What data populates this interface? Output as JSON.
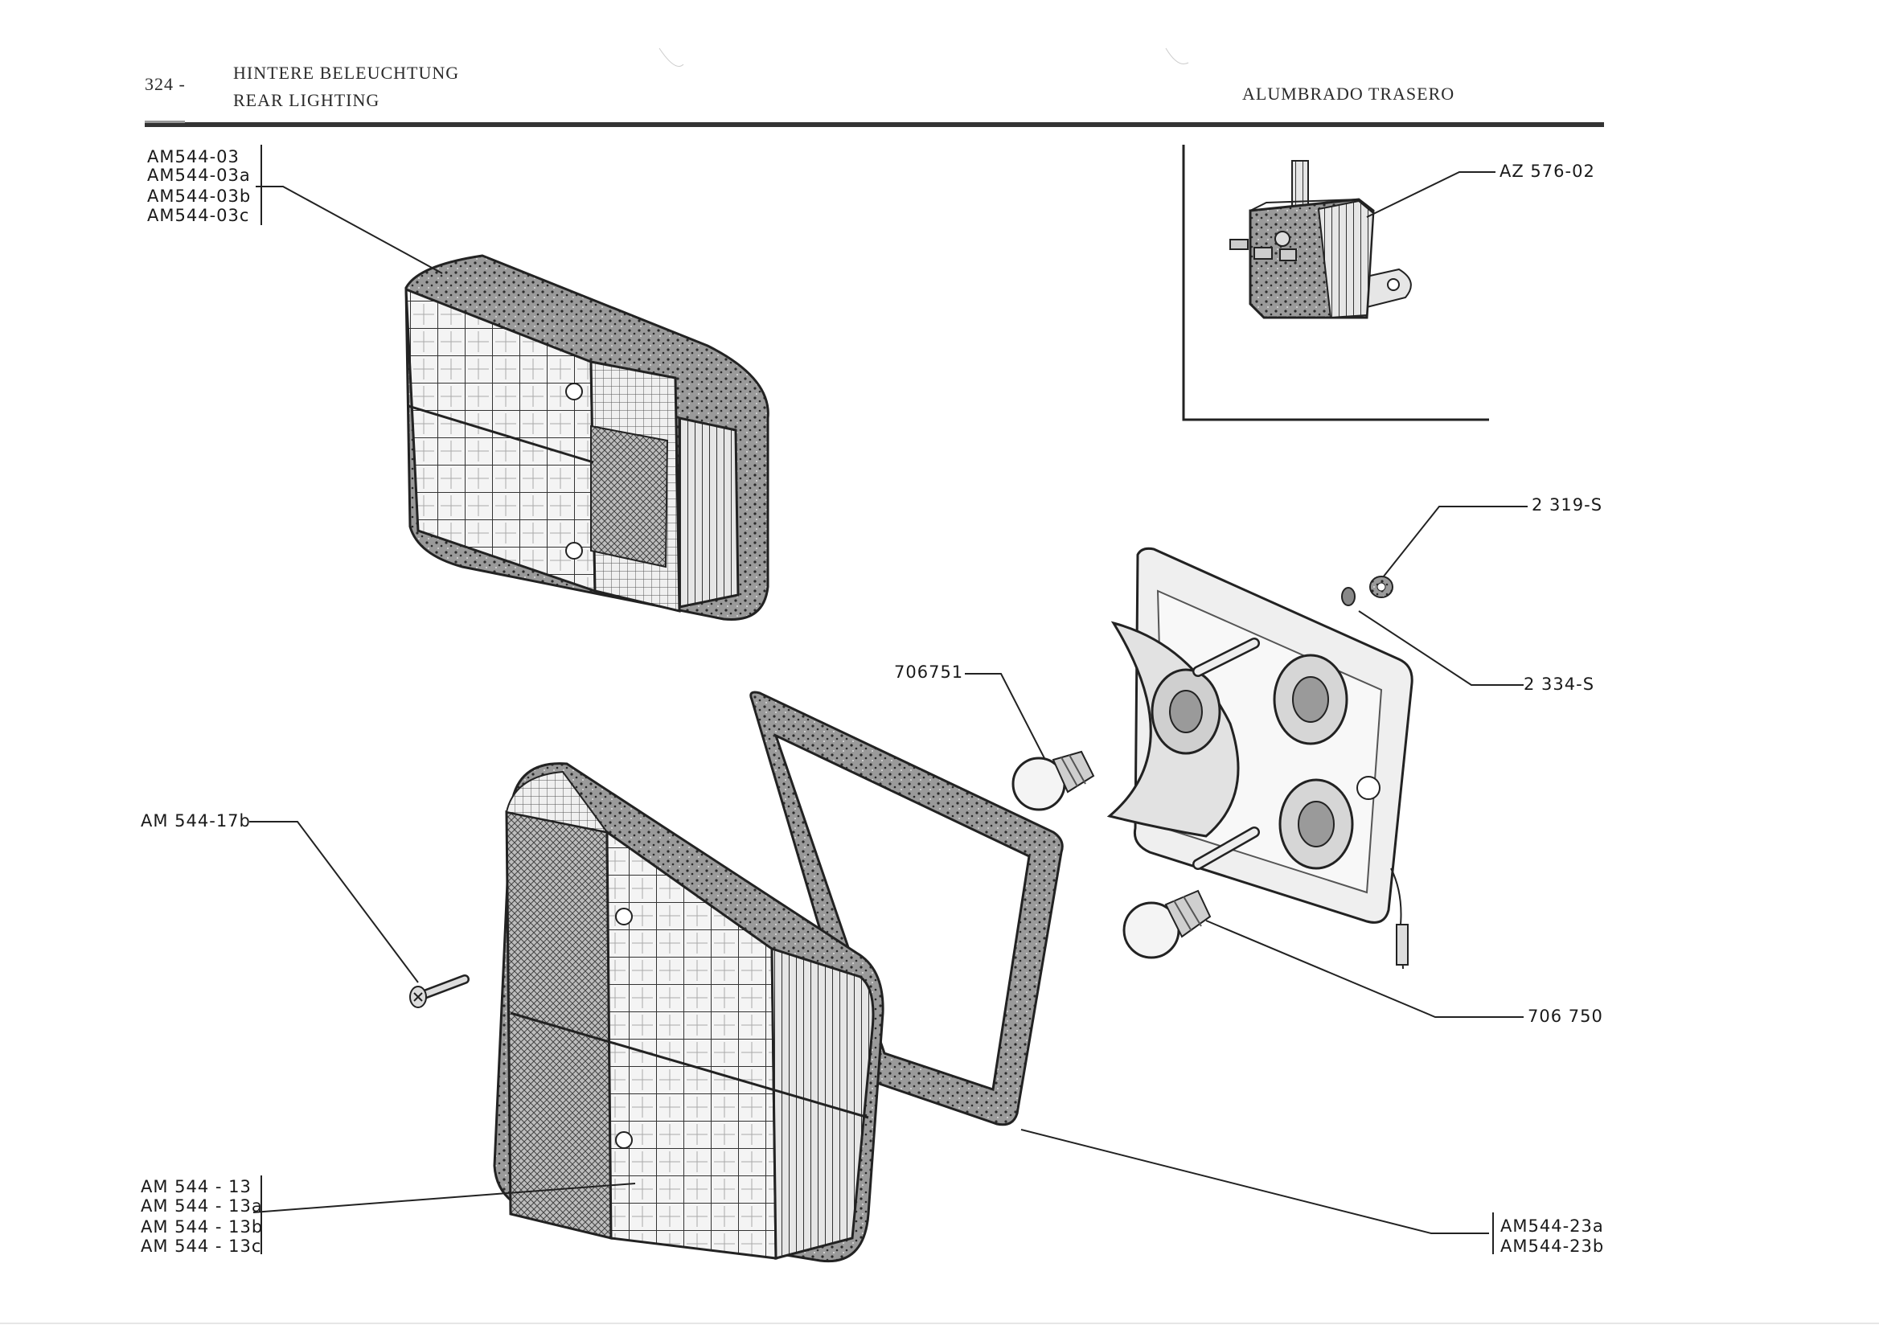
{
  "header": {
    "page_number": "324 -",
    "title_de": "HINTERE BELEUCHTUNG",
    "title_en": "REAR LIGHTING",
    "title_es": "ALUMBRADO TRASERO"
  },
  "callouts": {
    "upper_lamp_group": [
      "AM544-03",
      "AM544-03a",
      "AM544-03b",
      "AM544-03c"
    ],
    "flasher_unit": "AZ 576-02",
    "nut": "2 319-S",
    "washer": "2 334-S",
    "bulb_small": "706751",
    "bulb_large": "706 750",
    "screw": "AM 544-17b",
    "lower_lamp_group": [
      "AM 544 - 13",
      "AM 544 - 13a",
      "AM 544 - 13b",
      "AM 544 - 13c"
    ],
    "gasket_group": [
      "AM544-23a",
      "AM544-23b"
    ]
  },
  "colors": {
    "ink": "#1e1e1e",
    "paper": "#ffffff",
    "shade": "#8a8a8a"
  }
}
